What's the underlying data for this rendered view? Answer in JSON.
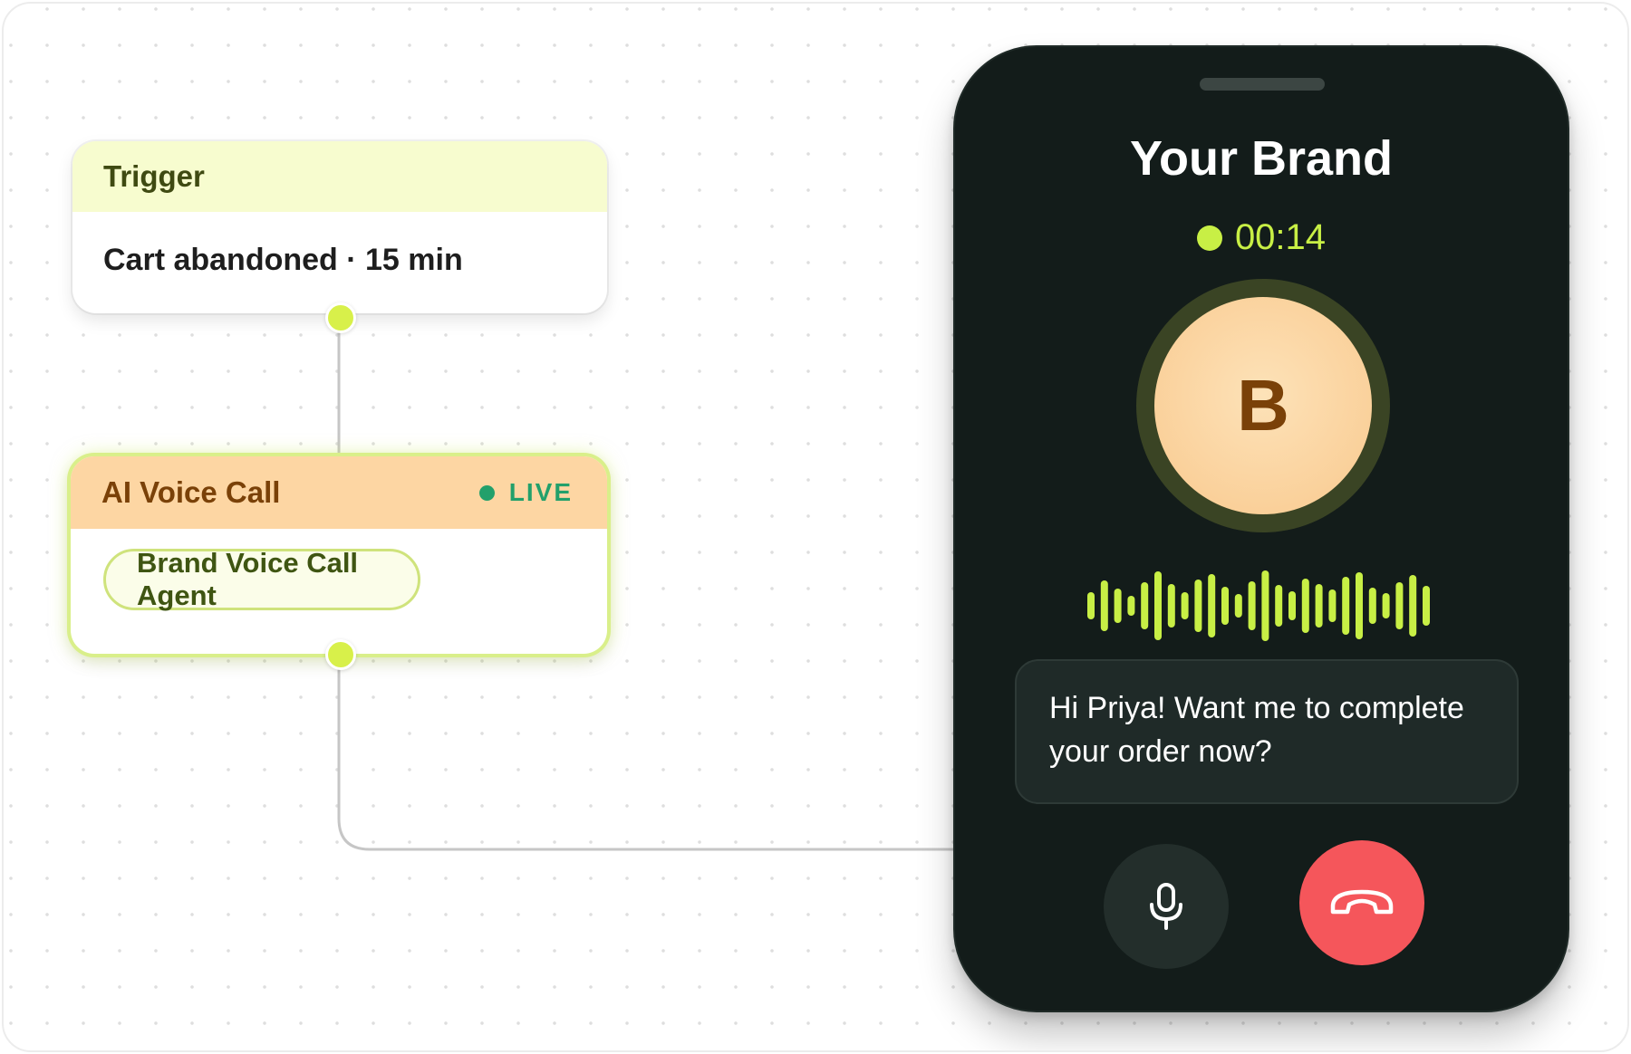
{
  "trigger_card": {
    "title": "Trigger",
    "detail": "Cart abandoned · 15 min"
  },
  "voice_card": {
    "title": "AI Voice Call",
    "status": "LIVE",
    "agent": "Brand Voice Call Agent"
  },
  "phone": {
    "brand": "Your Brand",
    "timer": "00:14",
    "avatar_letter": "B",
    "message": "Hi Priya! Want me to complete your order now?",
    "icons": {
      "mic": "microphone-icon",
      "end": "hang-up-icon"
    }
  },
  "colors": {
    "accent": "#c8ef45",
    "live": "#22a06b",
    "end_call": "#f5565b",
    "phone_bg": "#131c1a"
  }
}
